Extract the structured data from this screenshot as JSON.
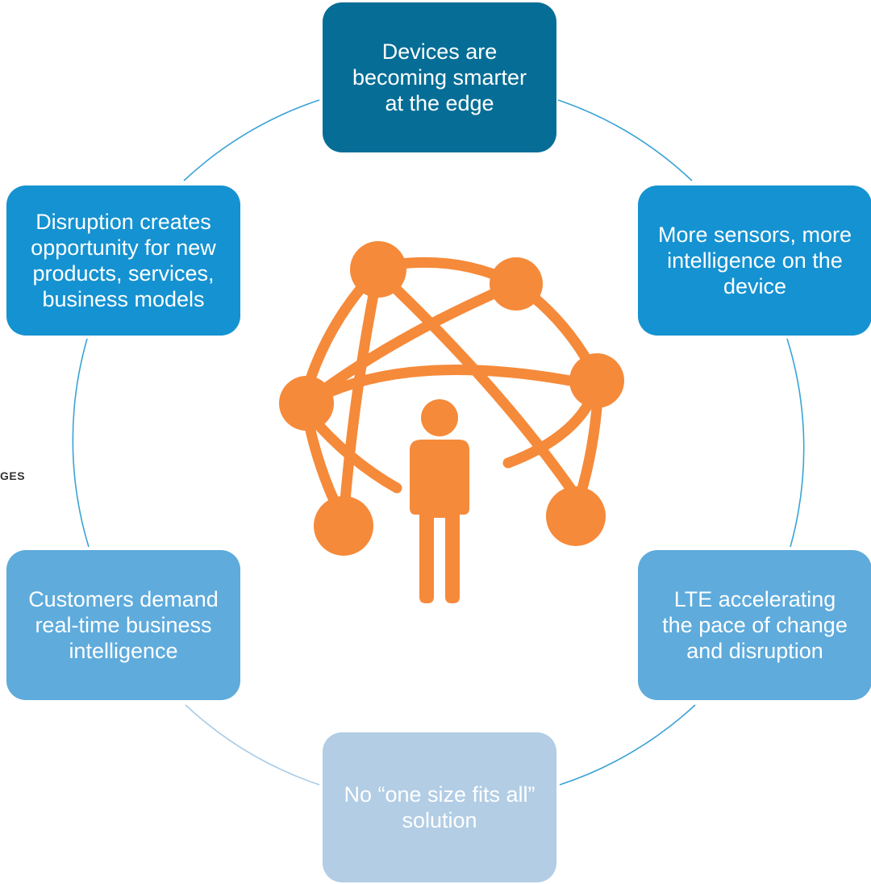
{
  "colors": {
    "ring": "#3aa3d6",
    "hub": "#f58a3a"
  },
  "fragment_label": "GES",
  "center_icon": "network-person-icon",
  "cycle": [
    {
      "id": "top",
      "text": "Devices are\nbecoming smarter\nat the edge",
      "color": "#066e96"
    },
    {
      "id": "ur",
      "text": "More sensors, more\nintelligence on the\ndevice",
      "color": "#1592d1"
    },
    {
      "id": "lr",
      "text": "LTE accelerating\nthe pace of change\nand disruption",
      "color": "#5eabdc"
    },
    {
      "id": "bottom",
      "text": "No “one size fits all”\nsolution",
      "color": "#b2cde4"
    },
    {
      "id": "ll",
      "text": "Customers demand\nreal-time business\nintelligence",
      "color": "#5eabdc"
    },
    {
      "id": "ul",
      "text": "Disruption creates\nopportunity for new\nproducts, services,\nbusiness models",
      "color": "#1592d1"
    }
  ]
}
